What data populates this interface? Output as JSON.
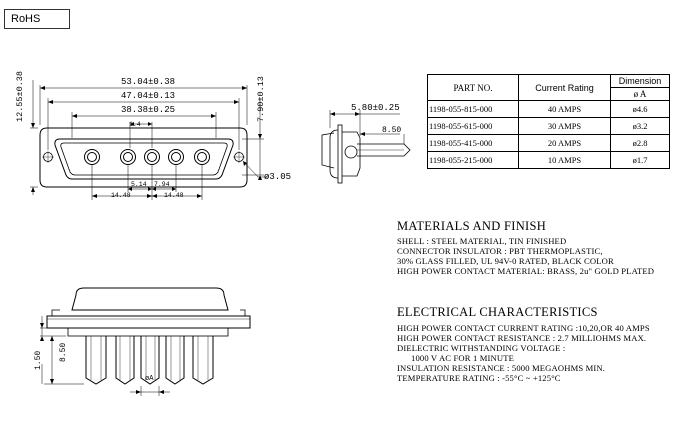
{
  "rohs": "RoHS",
  "dimensions": {
    "d_12_55": "12.55±0.38",
    "d_53_04": "53.04±0.38",
    "d_47_04": "47.04±0.13",
    "d_38_38": "38.38±0.25",
    "d_1_4": "1.4",
    "d_7_90": "7.90±0.13",
    "d_5_14": "5.14",
    "d_7_94": "7.94",
    "d_14_48_a": "14.48",
    "d_14_48_b": "14.48",
    "d_3_05": "ø3.05",
    "d_5_80": "5.80±0.25",
    "d_8_50": "8.50",
    "d_1_50": "1.50",
    "d_8_50_front": "8.50",
    "d_phi_a": "øA"
  },
  "table": {
    "headers": {
      "part_no": "PART NO.",
      "current": "Current Rating",
      "dimension": "Dimension",
      "phi_a": "ø A"
    },
    "rows": [
      {
        "part": "1198-055-815-000",
        "current": "40 AMPS",
        "dim": "ø4.6"
      },
      {
        "part": "1198-055-615-000",
        "current": "30 AMPS",
        "dim": "ø3.2"
      },
      {
        "part": "1198-055-415-000",
        "current": "20 AMPS",
        "dim": "ø2.8"
      },
      {
        "part": "1198-055-215-000",
        "current": "10 AMPS",
        "dim": "ø1.7"
      }
    ]
  },
  "materials": {
    "title": "MATERIALS AND FINISH",
    "lines": [
      "SHELL : STEEL MATERIAL, TIN FINISHED",
      "CONNECTOR INSULATOR : PBT THERMOPLASTIC,",
      "30% GLASS FILLED, UL 94V-0 RATED, BLACK COLOR",
      "HIGH POWER CONTACT MATERIAL: BRASS, 2u\" GOLD PLATED"
    ]
  },
  "electrical": {
    "title": "ELECTRICAL CHARACTERISTICS",
    "lines": [
      "HIGH POWER CONTACT CURRENT RATING :10,20,OR 40 AMPS",
      "HIGH POWER CONTACT RESISTANCE : 2.7 MILLIOHMS MAX.",
      "DIELECTRIC WITHSTANDING VOLTAGE :",
      "1000 V AC FOR 1 MINUTE",
      "INSULATION RESISTANCE : 5000 MEGAOHMS MIN.",
      "TEMPERATURE RATING : -55°C ~ +125°C"
    ]
  }
}
